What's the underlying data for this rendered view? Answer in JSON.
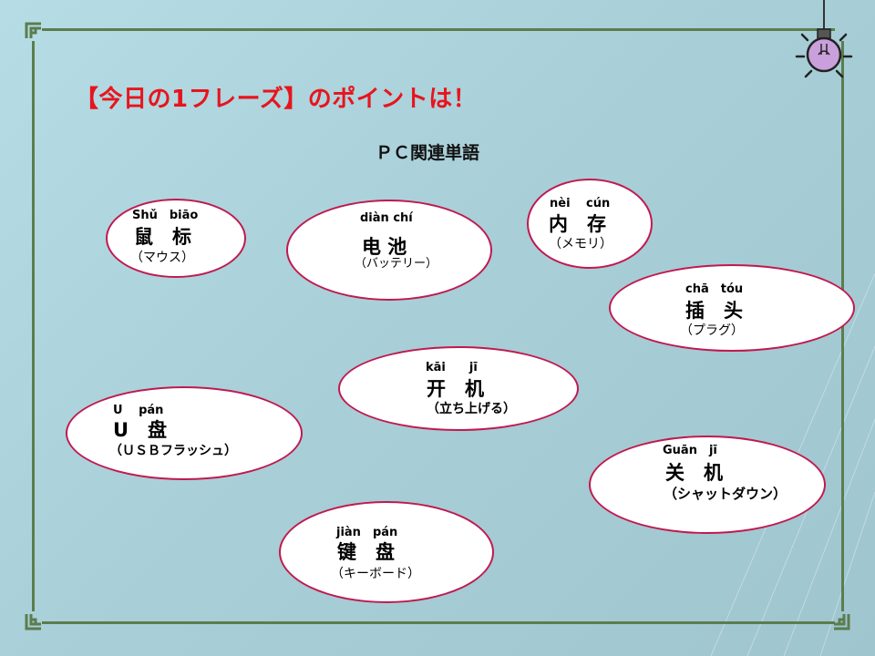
{
  "title": "【今日の1フレーズ】のポイントは！",
  "subtitle": "ＰＣ関連単語",
  "colors": {
    "title": "#e8141d",
    "ellipse_border": "#c0194f",
    "frame": "#5b7d4e",
    "bulb": "#c9a0dc"
  },
  "icons": [
    "lightbulb-icon",
    "corner-ornament-icon"
  ],
  "words": [
    {
      "id": "mouse",
      "pinyin": "Shǔ　biāo",
      "hanzi": "鼠　标",
      "meaning": "（マウス）"
    },
    {
      "id": "battery",
      "pinyin": "diàn  chí",
      "hanzi": "电 池",
      "meaning": "（バッテリー）"
    },
    {
      "id": "memory",
      "pinyin": "nèi　 cún",
      "hanzi": "内　存",
      "meaning": "（メモリ）"
    },
    {
      "id": "plug",
      "pinyin": "chā　tóu",
      "hanzi": "插　头",
      "meaning": "（プラグ）"
    },
    {
      "id": "power-on",
      "pinyin": "kāi　　jī",
      "hanzi": "开　机",
      "meaning": "（立ち上げる）"
    },
    {
      "id": "usb",
      "pinyin": "U　 pán",
      "hanzi": "U　盘",
      "meaning": "（ＵＳＢフラッシュ）"
    },
    {
      "id": "shutdown",
      "pinyin": "Guān　jī",
      "hanzi": "关　机",
      "meaning": "（シャットダウン）"
    },
    {
      "id": "keyboard",
      "pinyin": "jiàn　pán",
      "hanzi": "键　盘",
      "meaning": "（キーボード）"
    }
  ]
}
